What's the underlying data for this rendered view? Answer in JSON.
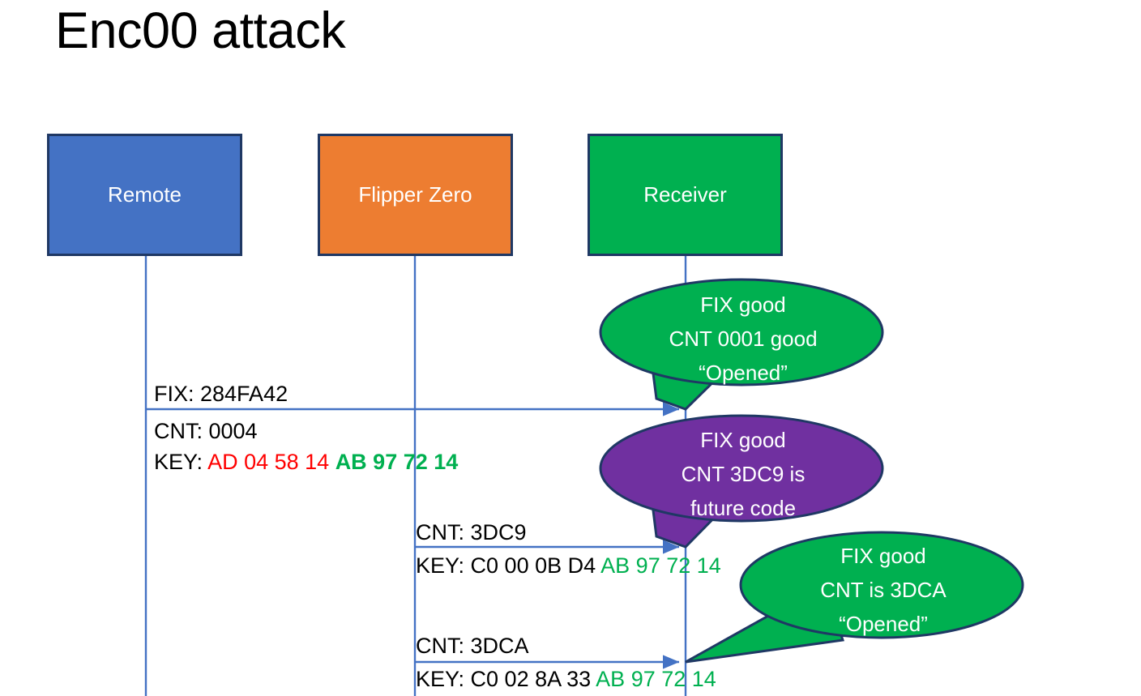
{
  "slide": {
    "title": "Enc00 attack"
  },
  "actors": [
    {
      "id": "remote",
      "label": "Remote",
      "color": "#4472C4",
      "border": "#1F3864"
    },
    {
      "id": "flipper",
      "label": "Flipper Zero",
      "color": "#ED7D31",
      "border": "#1F3864"
    },
    {
      "id": "receiver",
      "label": "Receiver",
      "color": "#00B050",
      "border": "#1F3864"
    }
  ],
  "messages": {
    "remote_fix": "FIX: 284FA42",
    "remote_cnt": "CNT: 0004",
    "remote_key_label": "KEY: ",
    "remote_key_red": "AD 04 58 14",
    "remote_key_green": "AB 97 72 14",
    "flipper1_cnt": "CNT: 3DC9",
    "flipper1_key_label": "KEY: C0 00 0B D4 ",
    "flipper1_key_green": "AB 97 72 14",
    "flipper2_cnt": "CNT: 3DCA",
    "flipper2_key_label": "KEY: C0 02 8A 33 ",
    "flipper2_key_green": "AB 97 72 14"
  },
  "callouts": [
    {
      "id": "callout-1",
      "color": "#00B050",
      "border": "#1F3864",
      "lines": [
        "FIX good",
        "CNT 0001 good",
        "“Opened”"
      ]
    },
    {
      "id": "callout-2",
      "color": "#7030A0",
      "border": "#1F3864",
      "lines": [
        "FIX good",
        "CNT 3DC9 is",
        "future code"
      ]
    },
    {
      "id": "callout-3",
      "color": "#00B050",
      "border": "#1F3864",
      "lines": [
        "FIX good",
        "CNT is 3DCA",
        "“Opened”"
      ]
    }
  ],
  "colors": {
    "lifeline": "#4472C4",
    "arrow": "#4472C4",
    "hex_red": "#FF0000",
    "hex_green": "#00B050",
    "text": "#000000"
  }
}
